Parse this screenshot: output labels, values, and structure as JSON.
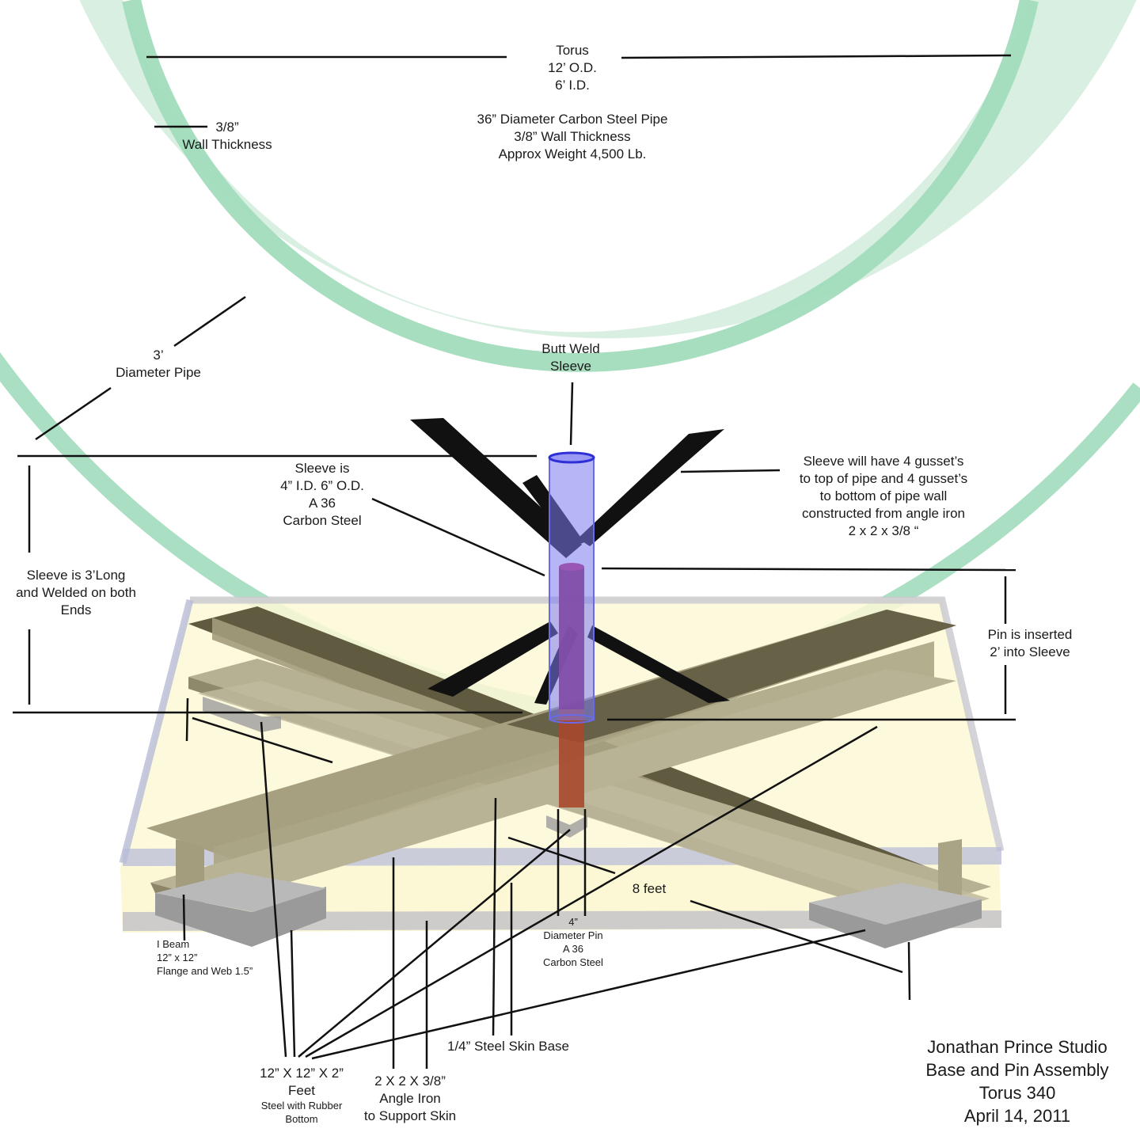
{
  "torus": {
    "line1": "Torus",
    "line2": "12’ O.D.",
    "line3": "6’ I.D.",
    "line4": "36” Diameter Carbon Steel Pipe",
    "line5": "3/8” Wall Thickness",
    "line6": "Approx Weight 4,500 Lb."
  },
  "wall": {
    "line1": "3/8”",
    "line2": "Wall Thickness"
  },
  "pipe": {
    "line1": "3’",
    "line2": "Diameter Pipe"
  },
  "butt_weld": {
    "line1": "Butt Weld",
    "line2": "Sleeve"
  },
  "sleeve_spec": {
    "line1": "Sleeve is",
    "line2": "4” I.D. 6” O.D.",
    "line3": "A 36",
    "line4": "Carbon Steel"
  },
  "gusset": {
    "line1": "Sleeve will have 4 gusset’s",
    "line2": "to top of pipe and 4 gusset’s",
    "line3": "to bottom of pipe wall",
    "line4": "constructed from angle iron",
    "line5": "2 x 2 x 3/8 “"
  },
  "sleeve_length": {
    "line1": "Sleeve is 3’Long",
    "line2": "and Welded on both",
    "line3": "Ends"
  },
  "pin_insert": {
    "line1": "Pin is inserted",
    "line2": "2’ into Sleeve"
  },
  "eight_feet": "8 feet",
  "pin_spec": {
    "line1": "4”",
    "line2": "Diameter Pin",
    "line3": "A 36",
    "line4": "Carbon Steel"
  },
  "i_beam": {
    "line1": "I Beam",
    "line2": "12” x 12”",
    "line3": "Flange and Web 1.5”"
  },
  "feet": {
    "line1": "12” X 12” X 2”",
    "line2": "Feet",
    "line3": "Steel with Rubber",
    "line4": "Bottom"
  },
  "angle_iron": {
    "line1": "2 X 2 X 3/8”",
    "line2": "Angle Iron",
    "line3": "to Support Skin"
  },
  "skin_base": "1/4” Steel Skin Base",
  "title_block": {
    "line1": "Jonathan Prince Studio",
    "line2": "Base and Pin Assembly",
    "line3": "Torus 340",
    "line4": "April 14, 2011"
  },
  "colors": {
    "torus_fill": "#c9ead6",
    "torus_stroke": "#9fdbb8",
    "skin_fill": "#fdf8d6",
    "skin_edge": "#b8bcd8",
    "beam_top": "#b4ae8e",
    "beam_side": "#8c8567",
    "beam_dark": "#5e5840",
    "sleeve_fill": "#7a7af0",
    "sleeve_edge": "#3a3ae0",
    "pin_top": "#8a1a52",
    "pin_low": "#b04a2e",
    "gusset": "#111111",
    "foot": "#9a9a9a"
  }
}
